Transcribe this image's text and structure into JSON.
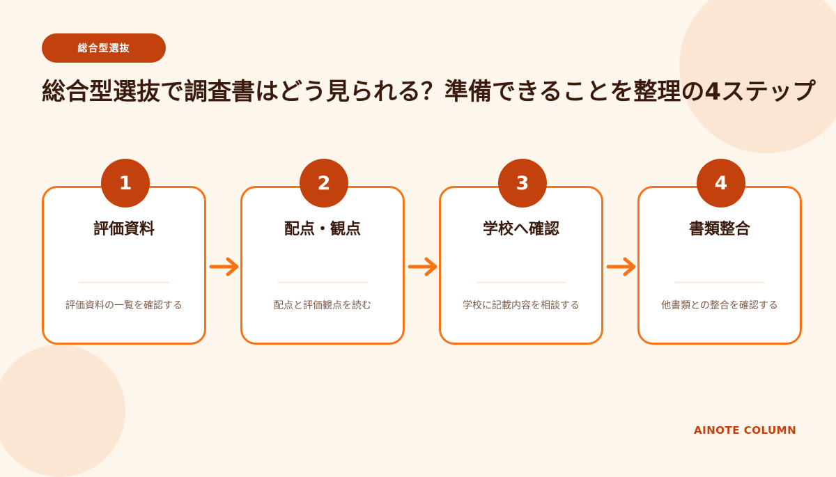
{
  "tag": "総合型選抜",
  "title": "総合型選抜で調査書はどう見られる？準備できることを整理の4ステップ",
  "steps": [
    {
      "number": "1",
      "title": "評価資料",
      "description": "評価資料の一覧を確認する"
    },
    {
      "number": "2",
      "title": "配点・観点",
      "description": "配点と評価観点を読む"
    },
    {
      "number": "3",
      "title": "学校へ確認",
      "description": "学校に記載内容を相談する"
    },
    {
      "number": "4",
      "title": "書類整合",
      "description": "他書類との整合を確認する"
    }
  ],
  "footer": "AINOTE COLUMN",
  "colors": {
    "accent": "#c2410c",
    "border": "#f97316",
    "background": "#fdf6ec",
    "text": "#3b1a0e"
  }
}
